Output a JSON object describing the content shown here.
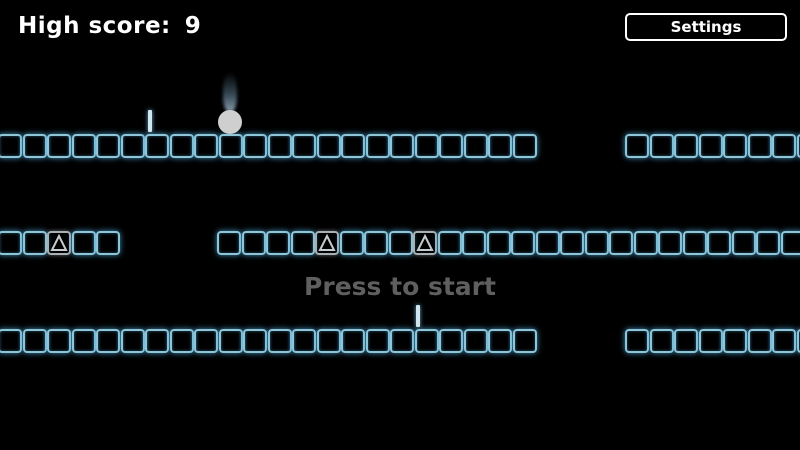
{
  "hud": {
    "score_label": "High score:",
    "score_value": "9"
  },
  "settings": {
    "label": "Settings"
  },
  "prompt": {
    "text": "Press to start"
  },
  "colors": {
    "background": "#000000",
    "tile_outline": "#8ec6d8",
    "tile_glow": "#50aadc",
    "spike": "#a8b0b4",
    "ball": "#cfcfcf",
    "prompt_text": "#5f5f5f"
  },
  "icons": {
    "spike": "triangle-outline",
    "ball": "circle-filled"
  }
}
